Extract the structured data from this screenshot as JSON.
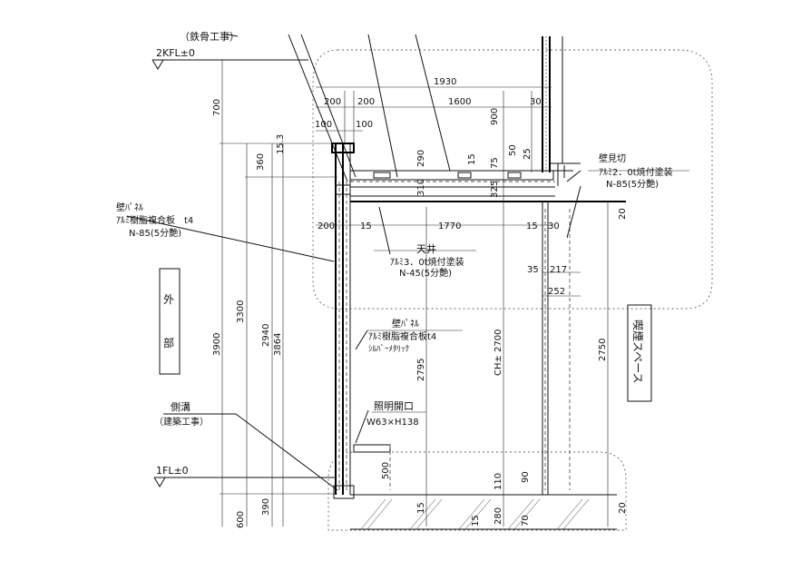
{
  "labels": {
    "top_cut": "（鉄骨工事）",
    "fl2": "2KFL±0",
    "fl1": "1FL±0",
    "outside": [
      "外",
      "部"
    ],
    "smoking": "喫煙スペース",
    "ceiling_title": "天井",
    "ceiling_spec1": "ｱﾙﾐ3．0t焼付塗装",
    "ceiling_spec2": "N-45(5分艶)",
    "wall_panel_left_title": "壁ﾊﾟﾈﾙ",
    "wall_panel_left_spec1": "ｱﾙﾐ樹脂複合板　t4",
    "wall_panel_left_spec2": "N-85(5分艶)",
    "wall_panel_in_title": "壁ﾊﾟﾈﾙ",
    "wall_panel_in_spec1": "ｱﾙﾐ樹脂複合板t4",
    "wall_panel_in_spec2": "ｼﾙﾊﾞｰﾒﾀﾘｯｸ",
    "wall_cut_title": "壁見切",
    "wall_cut_spec1": "ｱﾙﾐ2．0t焼付塗装",
    "wall_cut_spec2": "N-85(5分艶)",
    "light_title": "照明開口",
    "light_spec": "W63×H138",
    "gutter_title": "側溝",
    "gutter_spec": "（建築工事）"
  },
  "dimensions": {
    "d1930": "1930",
    "d200a": "200",
    "d200b": "200",
    "d1600": "1600",
    "d30a": "30",
    "d100a": "100",
    "d100b": "100",
    "d700": "700",
    "d900": "900",
    "d15_3": "15.3",
    "d360": "360",
    "d290": "290",
    "d15a": "15",
    "d75": "75",
    "d50": "50",
    "d25": "25",
    "d310": "310",
    "d325": "325",
    "d200c": "200",
    "d15b": "15",
    "d1770": "1770",
    "d15c": "15",
    "d30b": "30",
    "d20a": "20",
    "d35": "35",
    "d217": "217",
    "d252": "252",
    "d3900": "3900",
    "d3300": "3300",
    "d2940": "2940",
    "d3864": "3864",
    "d2795": "2795",
    "dch": "CH± 2700",
    "d2750": "2750",
    "d500": "500",
    "d110": "110",
    "d90": "90",
    "d20b": "20",
    "d600": "600",
    "d390": "390",
    "d15d": "15",
    "d280": "280",
    "d15e": "15",
    "d70": "70"
  }
}
